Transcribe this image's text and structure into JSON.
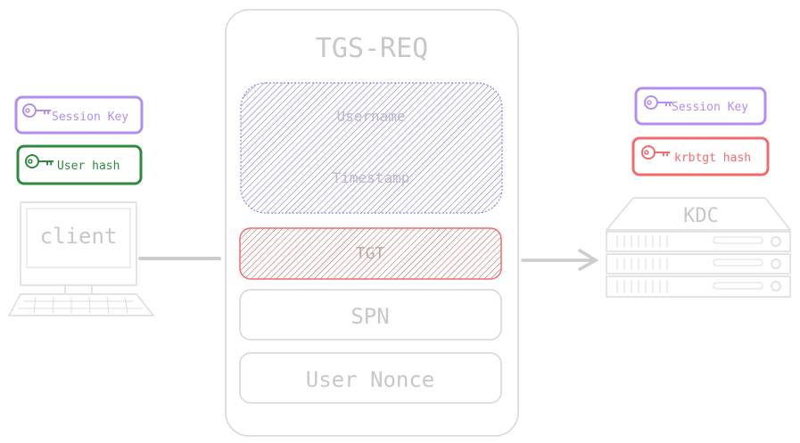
{
  "tgs_req": {
    "title": "TGS-REQ",
    "fields": {
      "authenticator_top": "Username",
      "authenticator_bottom": "Timestamp",
      "tgt": "TGT",
      "spn": "SPN",
      "nonce": "User Nonce"
    }
  },
  "client": {
    "label": "client",
    "keys": [
      {
        "label": "Session Key",
        "color": "#b38ef0",
        "icon": "key-icon"
      },
      {
        "label": "User hash",
        "color": "#2f8a3e",
        "icon": "key-icon"
      }
    ]
  },
  "kdc": {
    "label": "KDC",
    "keys": [
      {
        "label": "Session Key",
        "color": "#b38ef0",
        "icon": "key-icon"
      },
      {
        "label": "krbtgt hash",
        "color": "#ef6c6c",
        "icon": "key-icon"
      }
    ]
  },
  "colors": {
    "outline": "#d6d6d6",
    "muted_text": "#c8c8c8",
    "purple": "#b38ef0",
    "green": "#2f8a3e",
    "red": "#ef6c6c",
    "hatch_purple": "#7a73c8",
    "hatch_red": "#c9635f"
  }
}
